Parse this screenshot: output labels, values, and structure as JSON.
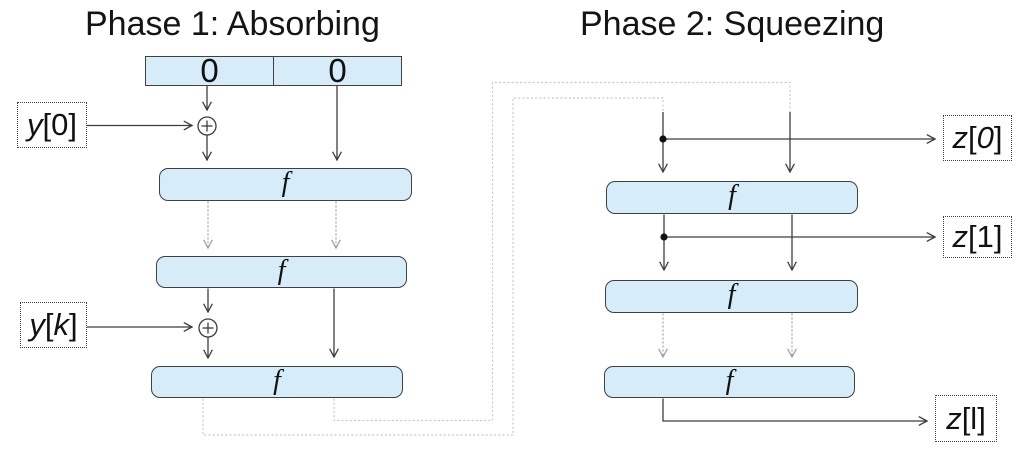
{
  "phase1": {
    "title": "Phase 1: Absorbing"
  },
  "phase2": {
    "title": "Phase 2: Squeezing"
  },
  "state_register": {
    "left_cell": "0",
    "right_cell": "0"
  },
  "round_function_label": "f",
  "labels": {
    "y0": [
      "y",
      "[0]"
    ],
    "yk": [
      "y",
      "[",
      "k",
      "]"
    ],
    "z0": [
      "z",
      "[",
      "0",
      "]"
    ],
    "z1": [
      "z",
      "[1]"
    ],
    "zl": [
      "z",
      "[l]"
    ]
  },
  "icons": {
    "xor": "circle-plus",
    "junction": "filled-dot",
    "arrowhead": "open-chevron"
  },
  "colors": {
    "box_fill": "#d6ecf8",
    "box_border": "#404040",
    "wire": "#3d3d3d",
    "round_skip_wire": "#9c9c9c",
    "feedback_wire": "#c8c8c8"
  }
}
